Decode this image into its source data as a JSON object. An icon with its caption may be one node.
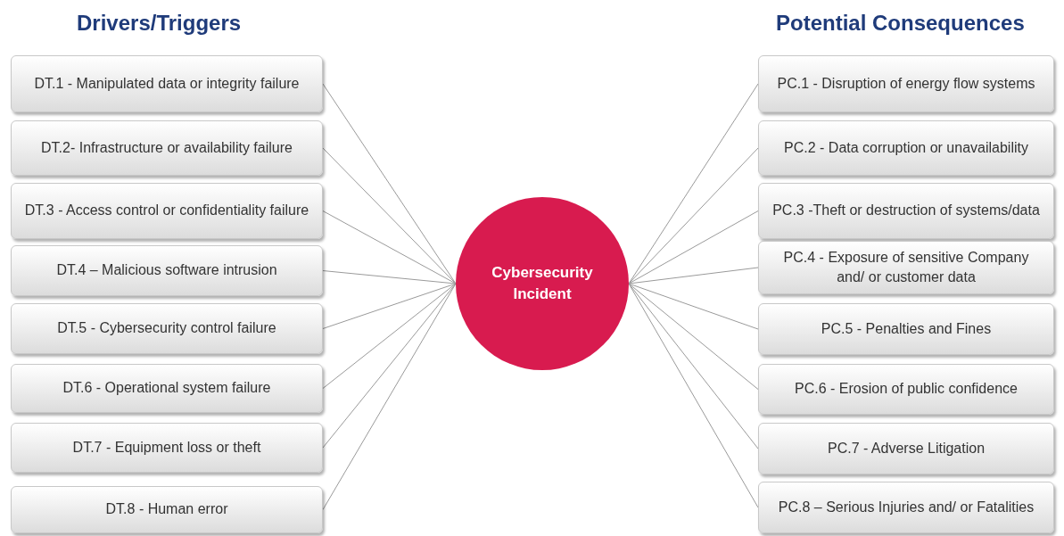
{
  "diagram": {
    "nodes": [
      {
        "text": [
          "DT.1 - Manipulated data or integrity failure"
        ]
      },
      {
        "text": [
          "DT.2- Infrastructure or availability failure"
        ]
      },
      {
        "text": [
          "DT.3 - Access control or confidentiality failure"
        ]
      },
      {
        "text": [
          "DT.4 – Malicious software intrusion"
        ]
      },
      {
        "text": [
          "DT.5 - Cybersecurity control failure"
        ]
      },
      {
        "text": [
          "DT.6 - Operational system failure"
        ]
      },
      {
        "text": [
          "DT.7 - Equipment loss or theft"
        ]
      },
      {
        "text": [
          "DT.8 - Human error"
        ]
      },
      {
        "text": [
          "Cybersecurity Incident"
        ]
      },
      {
        "text": [
          "PC.1 - Disruption of energy flow systems"
        ]
      },
      {
        "text": [
          "PC.2 - Data corruption or unavailability"
        ]
      },
      {
        "text": [
          "PC.3 -Theft or destruction of systems/data"
        ]
      },
      {
        "text": [
          "PC.4 - Exposure of sensitive Company and/ or customer data"
        ]
      },
      {
        "text": [
          "PC.5 - Penalties and Fines"
        ]
      },
      {
        "text": [
          "PC.6 - Erosion of public confidence"
        ]
      },
      {
        "text": [
          "PC.7 - Adverse Litigation"
        ]
      },
      {
        "text": [
          "PC.8 – Serious Injuries and/ or Fatalities"
        ]
      }
    ],
    "edges": [
      {
        "from": 0,
        "to": 8,
        "arrow": "none"
      },
      {
        "from": 1,
        "to": 8,
        "arrow": "none"
      },
      {
        "from": 2,
        "to": 8,
        "arrow": "none"
      },
      {
        "from": 3,
        "to": 8,
        "arrow": "none"
      },
      {
        "from": 4,
        "to": 8,
        "arrow": "none"
      },
      {
        "from": 5,
        "to": 8,
        "arrow": "none"
      },
      {
        "from": 6,
        "to": 8,
        "arrow": "none"
      },
      {
        "from": 7,
        "to": 8,
        "arrow": "none"
      },
      {
        "from": 8,
        "to": 9,
        "arrow": "none"
      },
      {
        "from": 8,
        "to": 10,
        "arrow": "none"
      },
      {
        "from": 8,
        "to": 11,
        "arrow": "none"
      },
      {
        "from": 8,
        "to": 12,
        "arrow": "none"
      },
      {
        "from": 8,
        "to": 13,
        "arrow": "none"
      },
      {
        "from": 8,
        "to": 14,
        "arrow": "none"
      },
      {
        "from": 8,
        "to": 15,
        "arrow": "none"
      },
      {
        "from": 8,
        "to": 16,
        "arrow": "none"
      }
    ],
    "labels": [
      "Drivers/Triggers",
      "Potential Consequences"
    ]
  }
}
